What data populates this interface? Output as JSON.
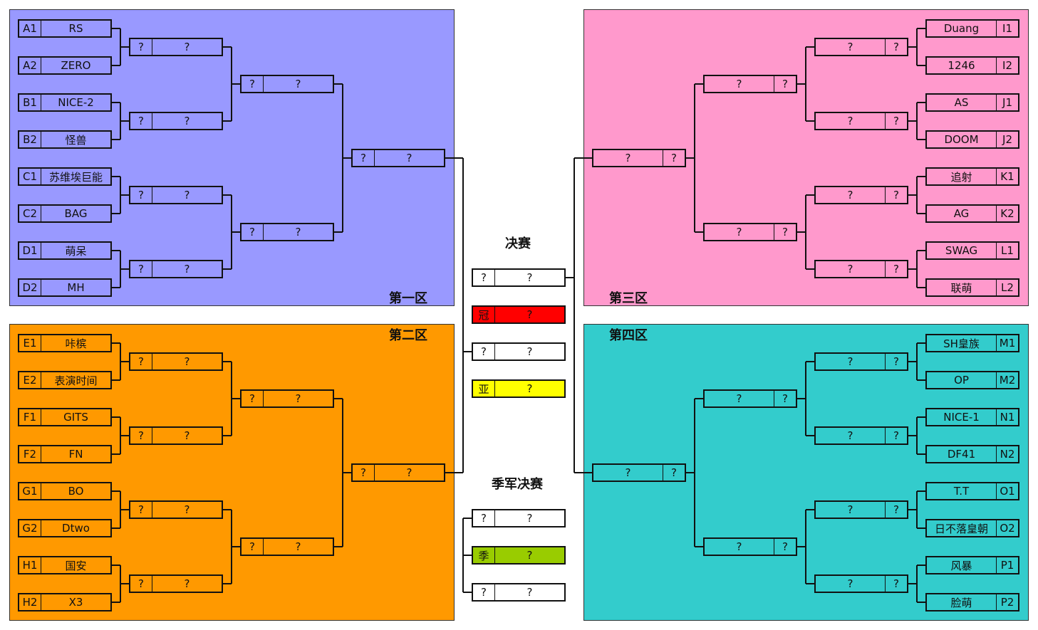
{
  "colors": {
    "region1": "#9999ff",
    "region2": "#ff9900",
    "region3": "#ff99cc",
    "region4": "#33cccc",
    "champion": "#ff0000",
    "runner_up": "#ffff00",
    "third": "#99cc00"
  },
  "regions": [
    {
      "title": "第一区"
    },
    {
      "title": "第二区"
    },
    {
      "title": "第三区"
    },
    {
      "title": "第四区"
    }
  ],
  "left_top": [
    [
      "A1",
      "RS"
    ],
    [
      "A2",
      "ZERO"
    ],
    [
      "B1",
      "NICE-2"
    ],
    [
      "B2",
      "怪兽"
    ],
    [
      "C1",
      "苏维埃巨能"
    ],
    [
      "C2",
      "BAG"
    ],
    [
      "D1",
      "萌呆"
    ],
    [
      "D2",
      "MH"
    ]
  ],
  "left_bottom": [
    [
      "E1",
      "咔槟"
    ],
    [
      "E2",
      "表演时间"
    ],
    [
      "F1",
      "GITS"
    ],
    [
      "F2",
      "FN"
    ],
    [
      "G1",
      "BO"
    ],
    [
      "G2",
      "Dtwo"
    ],
    [
      "H1",
      "国安"
    ],
    [
      "H2",
      "X3"
    ]
  ],
  "right_top": [
    [
      "Duang",
      "I1"
    ],
    [
      "1246",
      "I2"
    ],
    [
      "AS",
      "J1"
    ],
    [
      "DOOM",
      "J2"
    ],
    [
      "追射",
      "K1"
    ],
    [
      "AG",
      "K2"
    ],
    [
      "SWAG",
      "L1"
    ],
    [
      "联萌",
      "L2"
    ]
  ],
  "right_bottom": [
    [
      "SH皇族",
      "M1"
    ],
    [
      "OP",
      "M2"
    ],
    [
      "NICE-1",
      "N1"
    ],
    [
      "DF41",
      "N2"
    ],
    [
      "T.T",
      "O1"
    ],
    [
      "日不落皇朝",
      "O2"
    ],
    [
      "风暴",
      "P1"
    ],
    [
      "脸萌",
      "P2"
    ]
  ],
  "unknown": "?",
  "center": {
    "final_title": "决赛",
    "final_slots": [
      [
        "?",
        "?"
      ],
      [
        "冠",
        "?"
      ],
      [
        "?",
        "?"
      ],
      [
        "亚",
        "?"
      ]
    ],
    "third_title": "季军决赛",
    "third_slots": [
      [
        "?",
        "?"
      ],
      [
        "季",
        "?"
      ],
      [
        "?",
        "?"
      ]
    ]
  }
}
